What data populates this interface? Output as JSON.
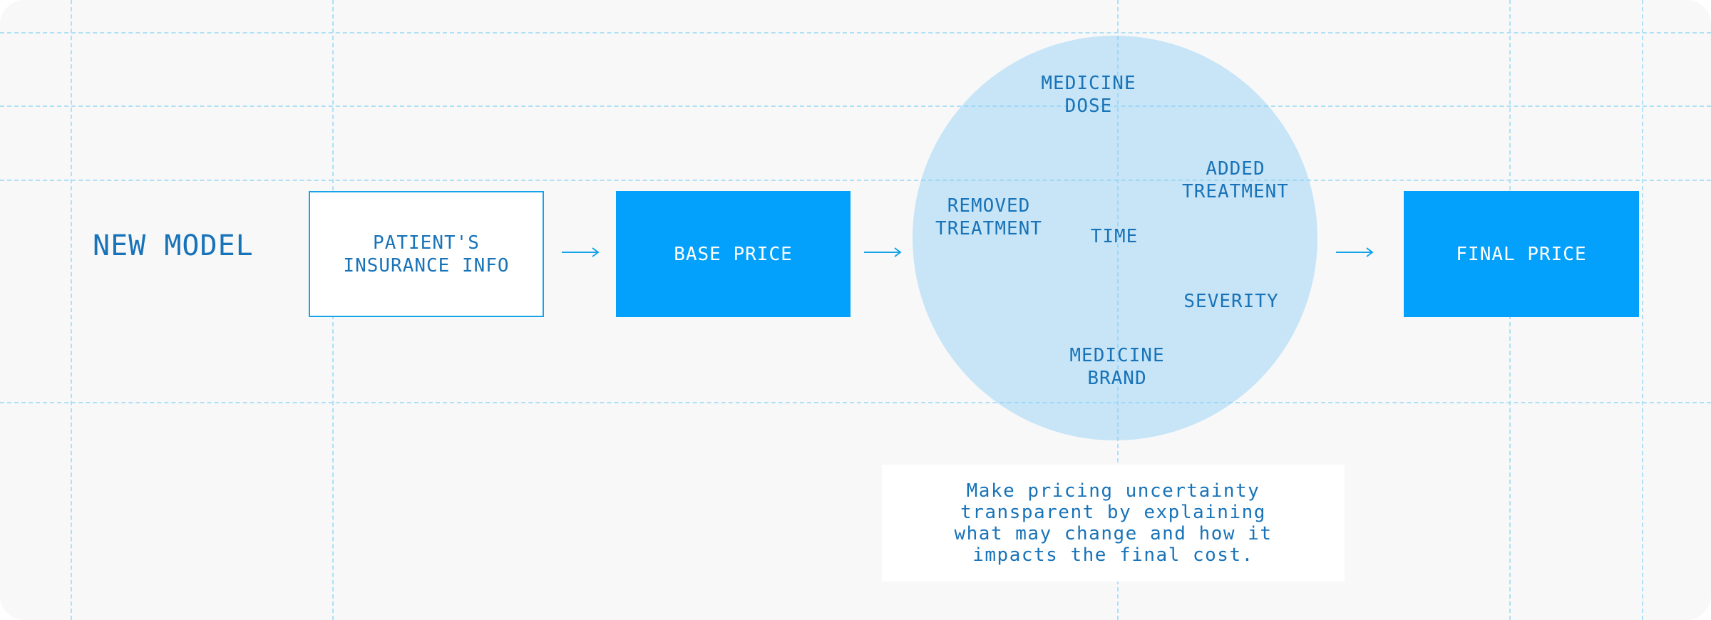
{
  "title": "NEW MODEL",
  "flow": {
    "step1": "PATIENT'S\nINSURANCE INFO",
    "step2": "BASE PRICE",
    "step3": "FINAL PRICE"
  },
  "arrow_icon": "arrow-right-icon",
  "factors": {
    "medicine_dose": "MEDICINE\nDOSE",
    "added_treatment": "ADDED\nTREATMENT",
    "removed_treatment": "REMOVED\nTREATMENT",
    "time": "TIME",
    "severity": "SEVERITY",
    "medicine_brand": "MEDICINE\nBRAND"
  },
  "note": "Make pricing uncertainty\ntransparent by explaining\nwhat may change and how it\nimpacts the final cost.",
  "colors": {
    "accent": "#03a1fb",
    "text": "#1873b8",
    "circle": "#c6e6f8",
    "background": "#f8f8f8",
    "guides": "#aee0f8"
  }
}
